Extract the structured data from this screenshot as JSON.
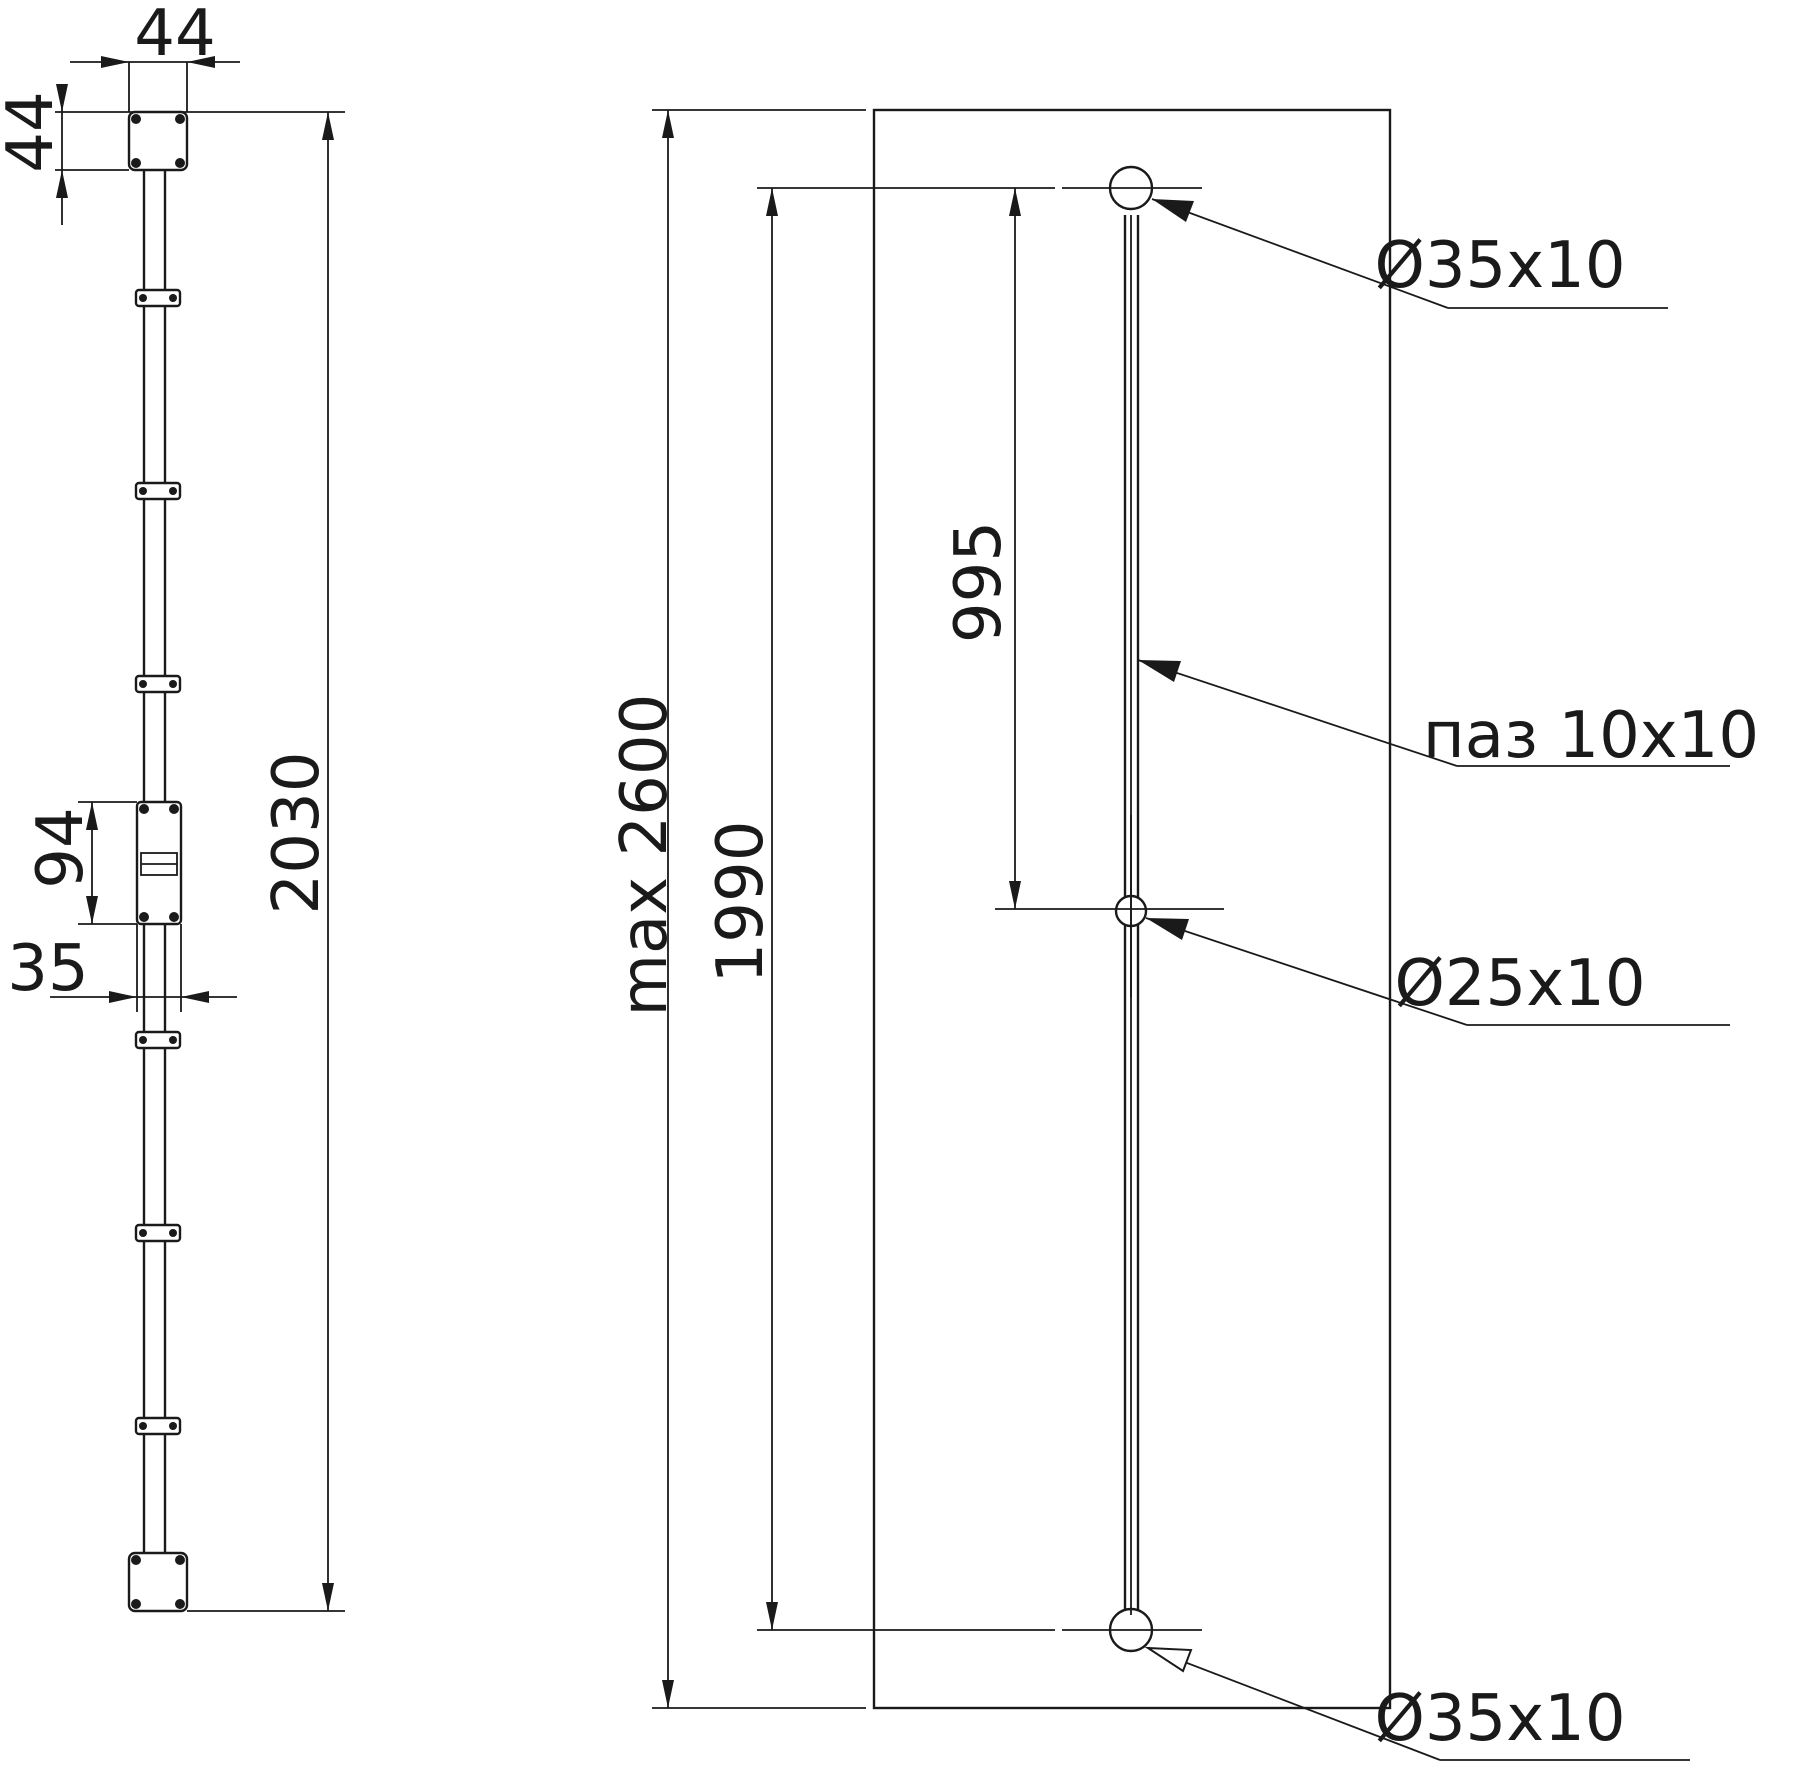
{
  "side_view": {
    "bracket_width": "44",
    "bracket_height": "44",
    "total_height": "2030",
    "lock_height": "94",
    "rod_width": "35"
  },
  "front_view": {
    "panel_max_height": "max 2600",
    "hole_spacing": "1990",
    "half_spacing": "995",
    "callouts": {
      "top_hole": "Ø35x10",
      "groove": "паз 10x10",
      "middle_hole": "Ø25x10",
      "bottom_hole": "Ø35x10"
    }
  },
  "colors": {
    "line": "#1a1a1a",
    "background": "#ffffff"
  }
}
